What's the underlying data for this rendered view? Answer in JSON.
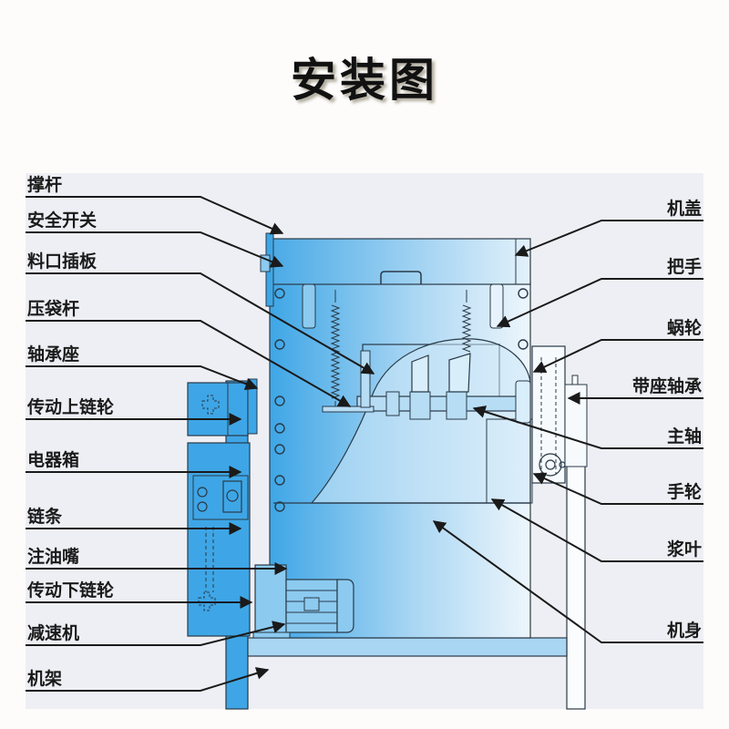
{
  "title": "安装图",
  "colors": {
    "panel_bg": "#eeeff4",
    "machine_blue": "#3ea6e6",
    "machine_light": "#d6ecfa",
    "line": "#2a3a48",
    "leader": "#1a1a1a"
  },
  "labels": {
    "left": [
      {
        "id": "support-rod",
        "text": "撑杆"
      },
      {
        "id": "safety-switch",
        "text": "安全开关"
      },
      {
        "id": "feed-gate",
        "text": "料口插板"
      },
      {
        "id": "bag-press-rod",
        "text": "压袋杆"
      },
      {
        "id": "bearing-seat",
        "text": "轴承座"
      },
      {
        "id": "upper-drive-sprocket",
        "text": "传动上链轮"
      },
      {
        "id": "electrical-box",
        "text": "电器箱"
      },
      {
        "id": "chain",
        "text": "链条"
      },
      {
        "id": "grease-nipple",
        "text": "注油嘴"
      },
      {
        "id": "lower-drive-sprocket",
        "text": "传动下链轮"
      },
      {
        "id": "reducer",
        "text": "减速机"
      },
      {
        "id": "frame",
        "text": "机架"
      }
    ],
    "right": [
      {
        "id": "machine-cover",
        "text": "机盖"
      },
      {
        "id": "handle",
        "text": "把手"
      },
      {
        "id": "worm-gear",
        "text": "蜗轮"
      },
      {
        "id": "pillow-block-bearing",
        "text": "带座轴承"
      },
      {
        "id": "main-shaft",
        "text": "主轴"
      },
      {
        "id": "handwheel",
        "text": "手轮"
      },
      {
        "id": "paddle",
        "text": "浆叶"
      },
      {
        "id": "machine-body",
        "text": "机身"
      }
    ]
  }
}
